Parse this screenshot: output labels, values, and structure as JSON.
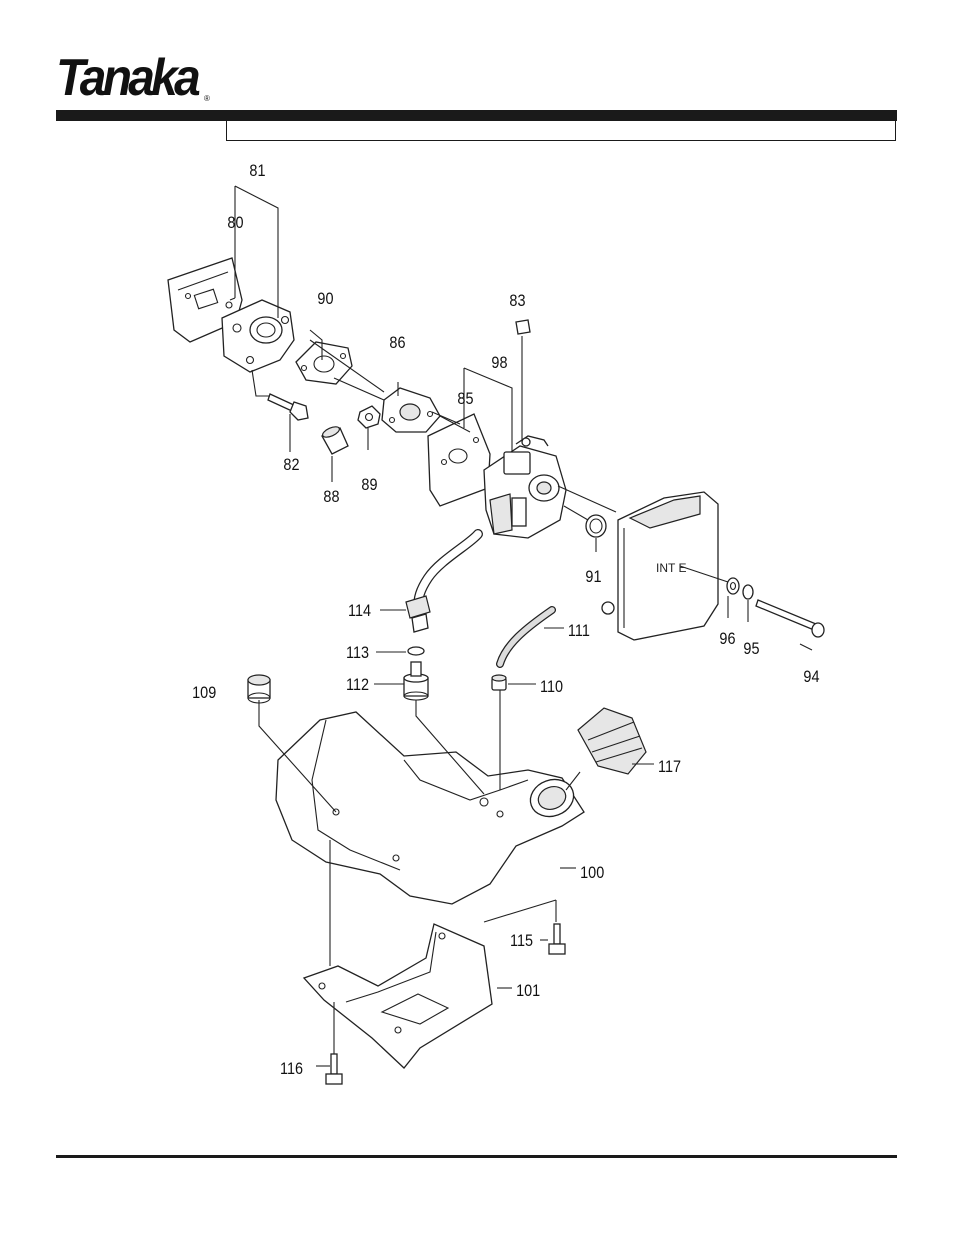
{
  "brand": {
    "name": "Tanaka"
  },
  "labels": {
    "p81": "81",
    "p80": "80",
    "p90": "90",
    "p83": "83",
    "p86": "86",
    "p98": "98",
    "p85": "85",
    "p82": "82",
    "p88": "88",
    "p89": "89",
    "p91": "91",
    "p114": "114",
    "p111": "111",
    "p113": "113",
    "p96": "96",
    "p95": "95",
    "p94": "94",
    "p109": "109",
    "p112": "112",
    "p110": "110",
    "p117": "117",
    "p100": "100",
    "p115": "115",
    "p101": "101",
    "p116": "116"
  },
  "cover_text": "INT E"
}
